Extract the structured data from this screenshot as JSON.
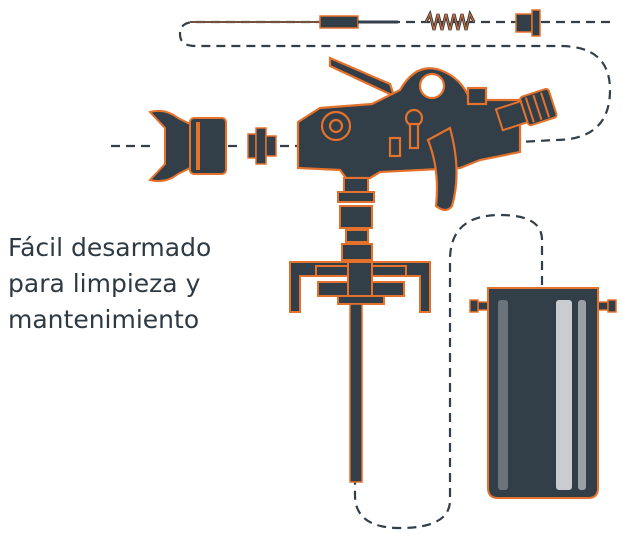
{
  "caption": {
    "lines": [
      "Fácil desarmado",
      "para limpieza y",
      "mantenimiento"
    ]
  },
  "colors": {
    "body": "#323e48",
    "outline": "#e5722c",
    "dash": "#323e48",
    "cup_highlight": "#c9ccd0",
    "background": "#ffffff"
  },
  "parts": [
    "needle",
    "needle-spring",
    "needle-adjust-knob",
    "air-cap",
    "fluid-nozzle",
    "gun-body",
    "trigger",
    "air-inlet-fitting",
    "pressure-feed-assembly",
    "siphon-tube",
    "paint-cup"
  ]
}
